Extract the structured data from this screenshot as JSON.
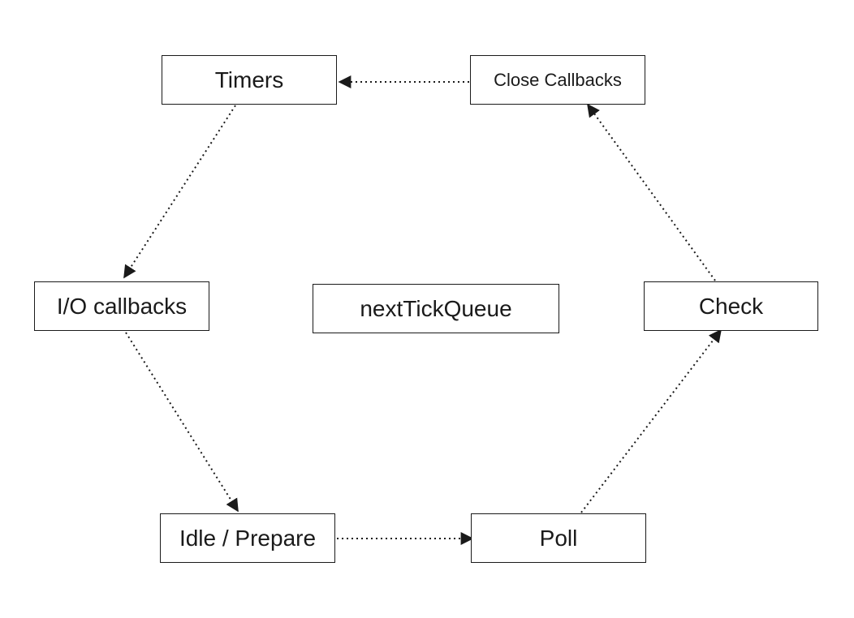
{
  "diagram": {
    "nodes": {
      "timers": "Timers",
      "close_callbacks": "Close Callbacks",
      "io_callbacks": "I/O callbacks",
      "next_tick_queue": "nextTickQueue",
      "check": "Check",
      "idle_prepare": "Idle / Prepare",
      "poll": "Poll"
    },
    "edges": [
      {
        "from": "timers",
        "to": "io_callbacks"
      },
      {
        "from": "io_callbacks",
        "to": "idle_prepare"
      },
      {
        "from": "idle_prepare",
        "to": "poll"
      },
      {
        "from": "poll",
        "to": "check"
      },
      {
        "from": "check",
        "to": "close_callbacks"
      },
      {
        "from": "close_callbacks",
        "to": "timers"
      }
    ],
    "edge_style": "dotted",
    "line_color": "#1a1a1a"
  }
}
